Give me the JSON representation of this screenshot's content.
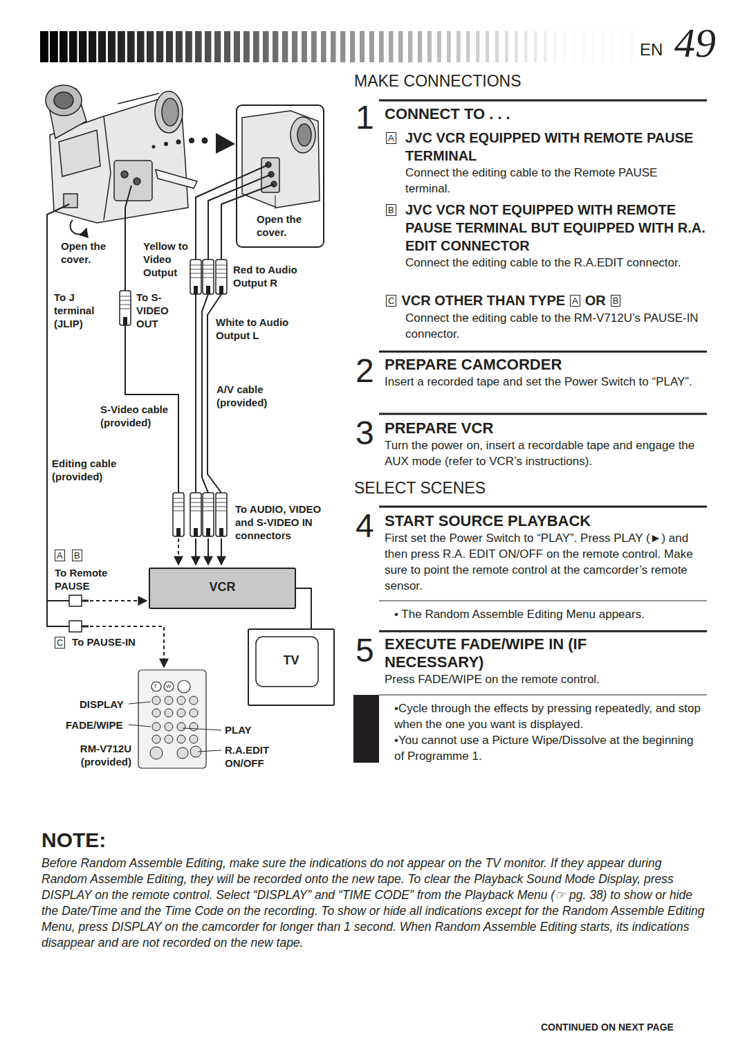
{
  "diagram": {
    "nodes": [
      {
        "text": [
          "VCR"
        ]
      },
      {
        "text": [
          "TV"
        ]
      }
    ],
    "edges": [
      {
        "from": 0,
        "to": 1,
        "arrow": "none"
      }
    ],
    "labels": [
      "EN",
      "49",
      "MAKE CONNECTIONS",
      "1",
      "CONNECT TO . . .",
      "A",
      "JVC VCR EQUIPPED WITH REMOTE PAUSE TERMINAL",
      "Connect the editing cable to the Remote PAUSE terminal.",
      "B",
      "JVC VCR NOT EQUIPPED WITH REMOTE PAUSE TERMINAL BUT EQUIPPED WITH R.A. EDIT CONNECTOR",
      "Connect the editing cable to the R.A.EDIT connector.",
      "C",
      "VCR OTHER THAN TYPE",
      "A",
      "OR",
      "B",
      "Connect the editing cable to the RM-V712U’s PAUSE-IN connector.",
      "2",
      "PREPARE CAMCORDER",
      "Insert a recorded tape and set the Power Switch to “PLAY”.",
      "3",
      "PREPARE VCR",
      "Turn the power on, insert a recordable tape and engage the AUX mode (refer to VCR’s instructions).",
      "SELECT SCENES",
      "4",
      "START SOURCE PLAYBACK",
      "First set the Power Switch to “PLAY”. Press PLAY (►) and then press R.A. EDIT ON/OFF on the remote control. Make sure to point the remote control at the camcorder’s remote sensor.",
      "• The Random Assemble Editing Menu appears.",
      "5",
      "EXECUTE FADE/WIPE IN (IF NECESSARY)",
      "Press FADE/WIPE on the remote control.",
      "•Cycle through the effects by pressing repeatedly, and stop when the one you want is displayed.",
      "•You cannot use a Picture Wipe/Dissolve at the beginning of Programme 1.",
      "NOTE:",
      "Before Random Assemble Editing, make sure the indications do not appear on the TV monitor. If they appear during Random Assemble Editing, they will be recorded onto the new tape. To clear the Playback Sound Mode Display, press DISPLAY on the remote control. Select “DISPLAY” and “TIME CODE” from the Playback Menu (☞ pg. 38) to show or hide the Date/Time and the Time Code on the recording. To show or hide all indications except for the Random Assemble Editing Menu, press DISPLAY on the camcorder for longer than 1 second. When Random Assemble Editing starts, its indications disappear and are not recorded on the new tape.",
      "CONTINUED ON NEXT PAGE",
      "Open the cover.",
      "Yellow to Video Output",
      "Open the cover.",
      "Red to Audio Output R",
      "To J terminal (JLIP)",
      "To S-VIDEO OUT",
      "White to Audio Output L",
      "A/V cable (provided)",
      "S-Video cable (provided)",
      "Editing cable (provided)",
      "To AUDIO, VIDEO and S-VIDEO IN connectors",
      "A",
      "B",
      "To Remote PAUSE",
      "C",
      "To PAUSE-IN",
      "DISPLAY",
      "FADE/WIPE",
      "RM-V712U (provided)",
      "PLAY",
      "R.A.EDIT ON/OFF",
      "T",
      "W"
    ]
  }
}
